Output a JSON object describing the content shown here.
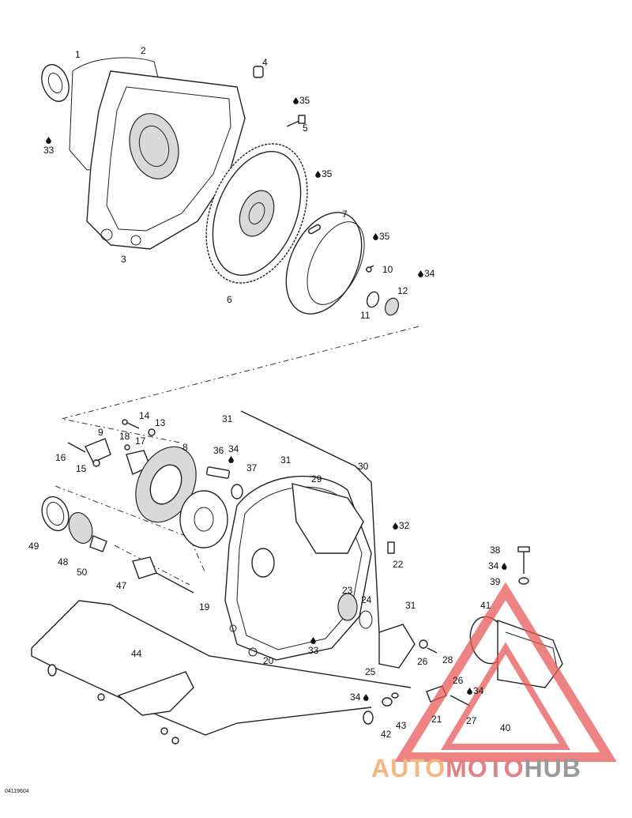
{
  "drawing_code": "04119604",
  "watermark": {
    "part1": "AUTO",
    "part2": "MOTO",
    "part3": "HUB",
    "color1": "#f2b880",
    "color2": "#e58080",
    "color3": "#9a9a9a",
    "triangle_color": "#e85a5a"
  },
  "callouts": [
    {
      "id": "1",
      "label": "1"
    },
    {
      "id": "2",
      "label": "2"
    },
    {
      "id": "3",
      "label": "3"
    },
    {
      "id": "4",
      "label": "4"
    },
    {
      "id": "5",
      "label": "5"
    },
    {
      "id": "6",
      "label": "6"
    },
    {
      "id": "7",
      "label": "7"
    },
    {
      "id": "8",
      "label": "8"
    },
    {
      "id": "9",
      "label": "9"
    },
    {
      "id": "10",
      "label": "10"
    },
    {
      "id": "11",
      "label": "11"
    },
    {
      "id": "12",
      "label": "12"
    },
    {
      "id": "13",
      "label": "13"
    },
    {
      "id": "14",
      "label": "14"
    },
    {
      "id": "15",
      "label": "15"
    },
    {
      "id": "16",
      "label": "16"
    },
    {
      "id": "17",
      "label": "17"
    },
    {
      "id": "18",
      "label": "18"
    },
    {
      "id": "19",
      "label": "19"
    },
    {
      "id": "20",
      "label": "20"
    },
    {
      "id": "21",
      "label": "21"
    },
    {
      "id": "22",
      "label": "22"
    },
    {
      "id": "23",
      "label": "23"
    },
    {
      "id": "24",
      "label": "24"
    },
    {
      "id": "25",
      "label": "25"
    },
    {
      "id": "26a",
      "label": "26"
    },
    {
      "id": "26b",
      "label": "26"
    },
    {
      "id": "27",
      "label": "27"
    },
    {
      "id": "28",
      "label": "28"
    },
    {
      "id": "29",
      "label": "29"
    },
    {
      "id": "30",
      "label": "30"
    },
    {
      "id": "31a",
      "label": "31"
    },
    {
      "id": "31b",
      "label": "31"
    },
    {
      "id": "31c",
      "label": "31"
    },
    {
      "id": "32",
      "label": "32"
    },
    {
      "id": "33a",
      "label": "33"
    },
    {
      "id": "33b",
      "label": "33"
    },
    {
      "id": "34a",
      "label": "34"
    },
    {
      "id": "34b",
      "label": "34"
    },
    {
      "id": "34c",
      "label": "34"
    },
    {
      "id": "34d",
      "label": "34"
    },
    {
      "id": "34e",
      "label": "34"
    },
    {
      "id": "35a",
      "label": "35"
    },
    {
      "id": "35b",
      "label": "35"
    },
    {
      "id": "35c",
      "label": "35"
    },
    {
      "id": "36",
      "label": "36"
    },
    {
      "id": "37",
      "label": "37"
    },
    {
      "id": "38",
      "label": "38"
    },
    {
      "id": "39",
      "label": "39"
    },
    {
      "id": "40",
      "label": "40"
    },
    {
      "id": "41",
      "label": "41"
    },
    {
      "id": "42",
      "label": "42"
    },
    {
      "id": "43",
      "label": "43"
    },
    {
      "id": "44",
      "label": "44"
    },
    {
      "id": "47",
      "label": "47"
    },
    {
      "id": "48",
      "label": "48"
    },
    {
      "id": "49",
      "label": "49"
    },
    {
      "id": "50",
      "label": "50"
    }
  ]
}
